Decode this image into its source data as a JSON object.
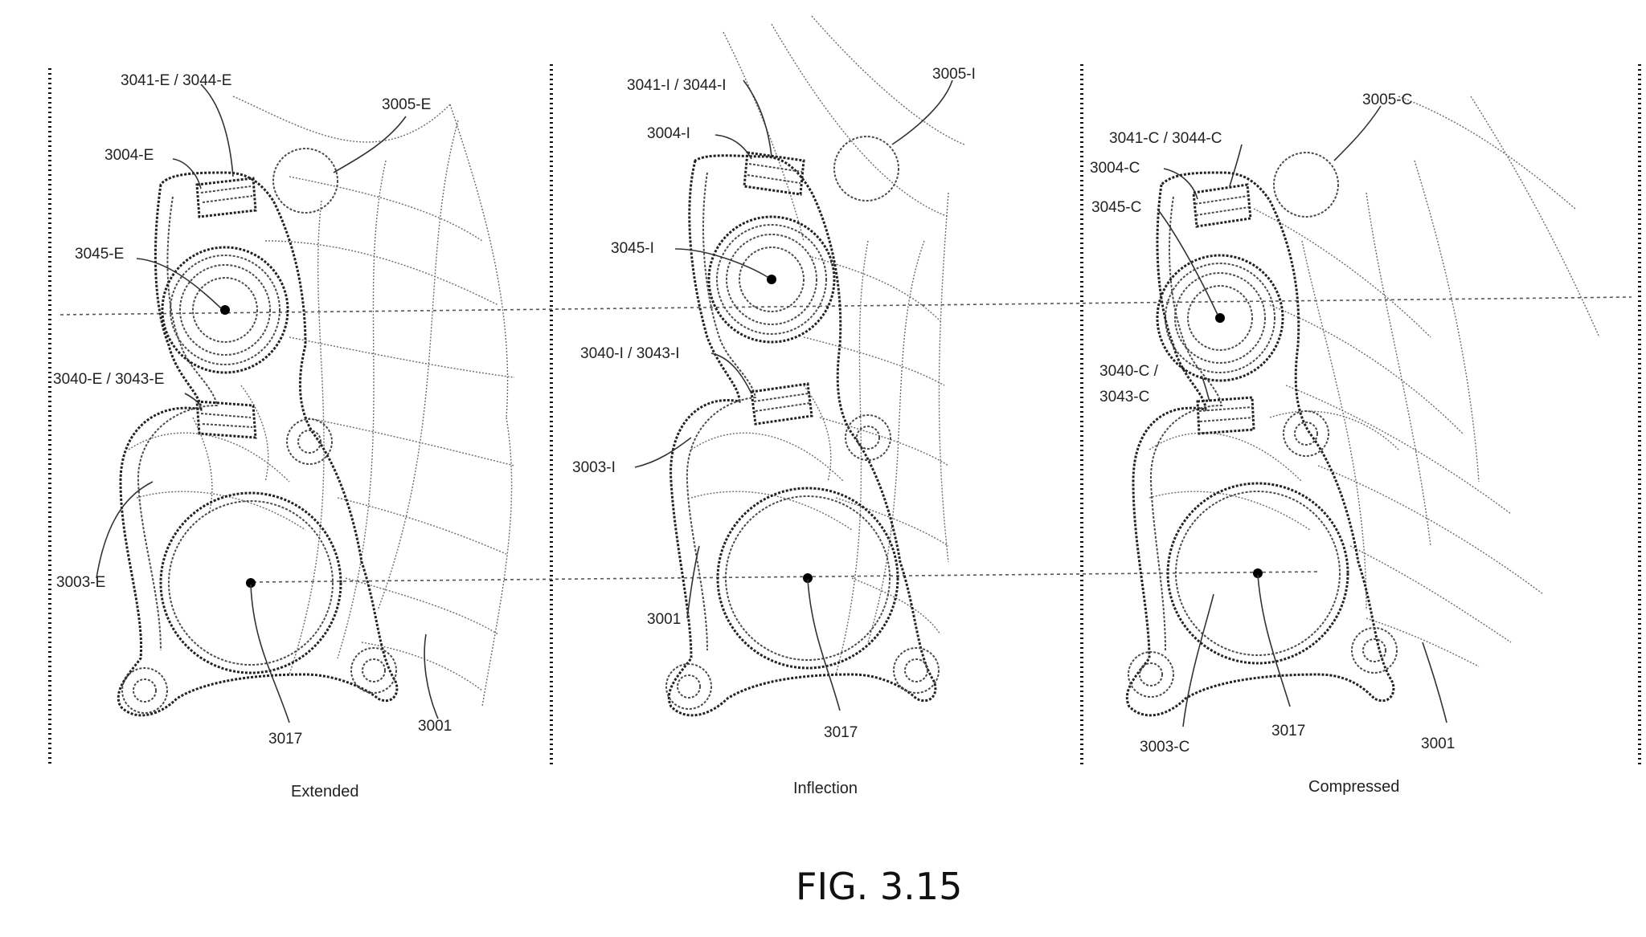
{
  "figure_label": "FIG. 3.15",
  "panels": [
    {
      "caption": "Extended",
      "labels": {
        "l3041": "3041-E / 3044-E",
        "l3005": "3005-E",
        "l3004": "3004-E",
        "l3045": "3045-E",
        "l3040": "3040-E / 3043-E",
        "l3003": "3003-E",
        "l3017": "3017",
        "l3001": "3001"
      }
    },
    {
      "caption": "Inflection",
      "labels": {
        "l3041": "3041-I / 3044-I",
        "l3005": "3005-I",
        "l3004": "3004-I",
        "l3045": "3045-I",
        "l3040": "3040-I / 3043-I",
        "l3003": "3003-I",
        "l3001": "3001",
        "l3017": "3017"
      }
    },
    {
      "caption": "Compressed",
      "labels": {
        "l3005": "3005-C",
        "l3041": "3041-C / 3044-C",
        "l3004": "3004-C",
        "l3045": "3045-C",
        "l3040a": "3040-C /",
        "l3040b": "3043-C",
        "l3003": "3003-C",
        "l3017": "3017",
        "l3001": "3001"
      }
    }
  ]
}
